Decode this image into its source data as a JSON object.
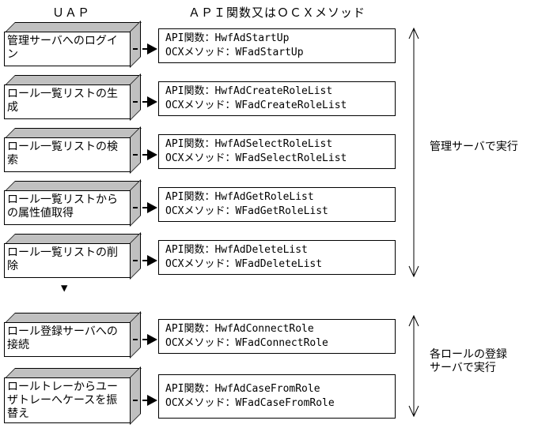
{
  "diagram": {
    "titles": {
      "uap": "ＵＡＰ",
      "api": "ＡＰＩ関数又はＯＣＸメソッド"
    },
    "rows": [
      {
        "step": "管理サーバへのログイン",
        "api": "API関数：HwfAdStartUp",
        "ocx": "OCXメソッド：WFadStartUp"
      },
      {
        "step": "ロール一覧リストの生成",
        "api": "API関数：HwfAdCreateRoleList",
        "ocx": "OCXメソッド：WFadCreateRoleList"
      },
      {
        "step": "ロール一覧リストの検索",
        "api": "API関数：HwfAdSelectRoleList",
        "ocx": "OCXメソッド：WFadSelectRoleList"
      },
      {
        "step": "ロール一覧リストからの属性値取得",
        "api": "API関数：HwfAdGetRoleList",
        "ocx": "OCXメソッド：WFadGetRoleList"
      },
      {
        "step": "ロール一覧リストの削除",
        "api": "API関数：HwfAdDeleteList",
        "ocx": "OCXメソッド：WFadDeleteList"
      },
      {
        "step": "ロール登録サーバへの接続",
        "api": "API関数：HwfAdConnectRole",
        "ocx": "OCXメソッド：WFadConnectRole"
      },
      {
        "step": "ロールトレーからユーザトレーへケースを振替え",
        "api": "API関数：HwfAdCaseFromRole",
        "ocx": "OCXメソッド：WFadCaseFromRole"
      }
    ],
    "separator_glyph": "▼",
    "scopes": [
      {
        "label": "管理サーバで実行"
      },
      {
        "label": "各ロールの登録\nサーバで実行"
      }
    ],
    "colors": {
      "line": "#000000",
      "box_face": "#ffffff",
      "box_shade": "#c0c0c0",
      "background": "#ffffff"
    }
  }
}
